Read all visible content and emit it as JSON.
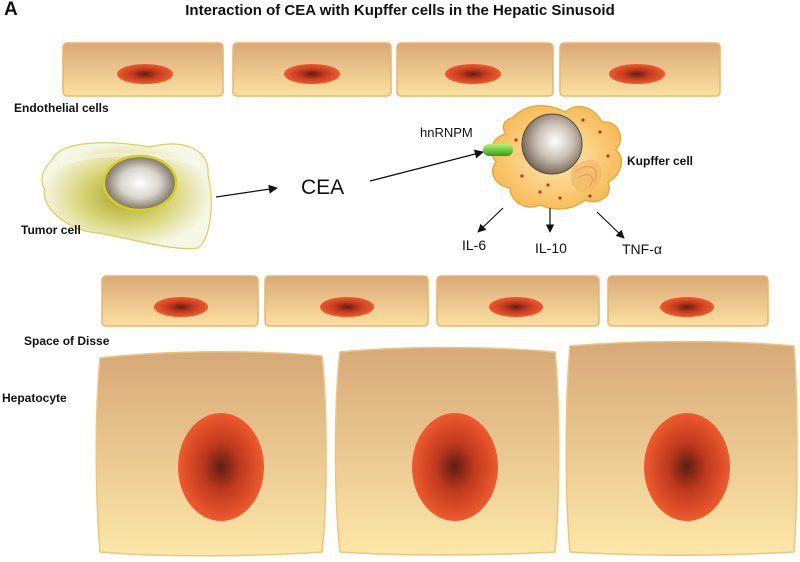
{
  "panel_label": "A",
  "title": "Interaction of CEA with Kupffer cells in the Hepatic Sinusoid",
  "labels": {
    "endothelial": "Endothelial cells",
    "tumor": "Tumor cell",
    "cea": "CEA",
    "hnrnpm": "hnRNPM",
    "kupffer": "Kupffer cell",
    "il6": "IL-6",
    "il10": "IL-10",
    "tnf": "TNF-α",
    "disse": "Space of Disse",
    "hepatocyte": "Hepatocyte"
  },
  "colors": {
    "cell_body": "#f3cf86",
    "nucleus": "#e8542a",
    "tumor_halo": "#c9c23a",
    "kupffer_body": "#f6c45a",
    "receptor": "#5ccc2c"
  }
}
